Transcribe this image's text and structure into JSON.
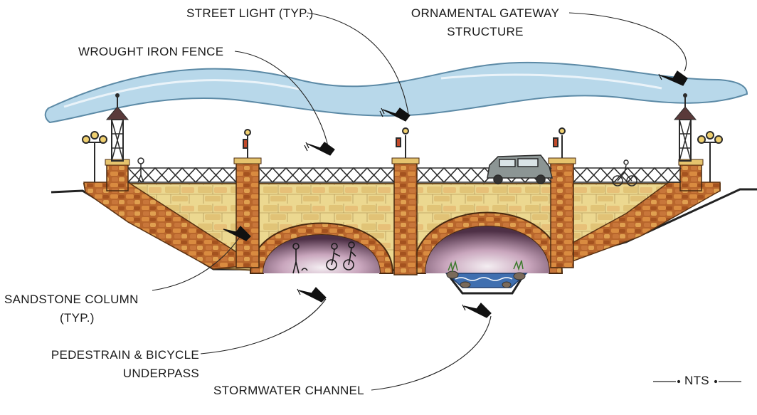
{
  "labels": {
    "street_light": "STREET LIGHT (TYP.)",
    "gateway_line1": "ORNAMENTAL GATEWAY",
    "gateway_line2": "STRUCTURE",
    "fence": "WROUGHT IRON FENCE",
    "column_line1": "SANDSTONE COLUMN",
    "column_line2": "(TYP.)",
    "underpass_line1": "PEDESTRAIN & BICYCLE",
    "underpass_line2": "UNDERPASS",
    "channel": "STORMWATER CHANNEL",
    "scale": "NTS"
  },
  "colors": {
    "sky": "#b8d8ea",
    "stone": "#e9d48a",
    "rock": "#c2702e",
    "arch_shadow": "#5e3d55",
    "railing": "#2b2b2b",
    "car": "#8c9594",
    "water": "#3f6fb0"
  }
}
